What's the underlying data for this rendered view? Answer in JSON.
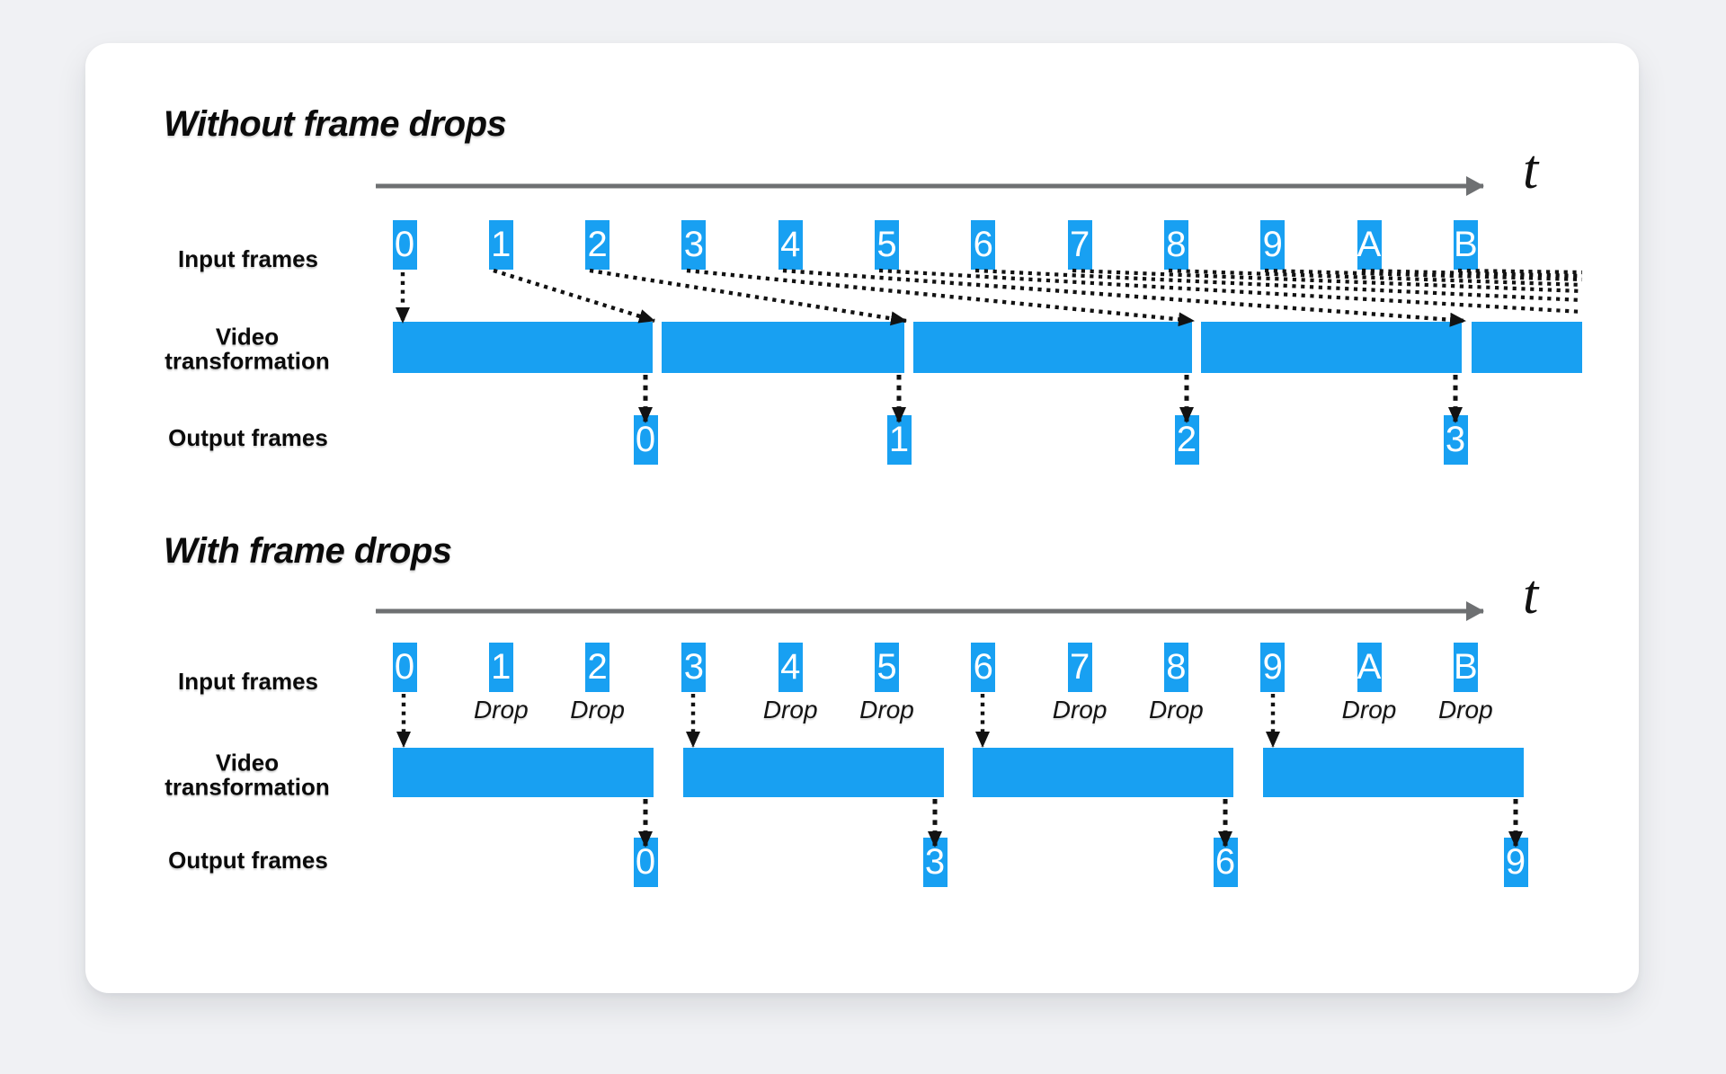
{
  "colors": {
    "accent_blue": "#18A0F2",
    "axis_gray": "#6E7072",
    "arrow_black": "#121212",
    "background": "#F0F1F4",
    "card": "#FFFFFF"
  },
  "diagrams": [
    {
      "title": "Without frame drops",
      "axis_label": "t",
      "labels": {
        "input": "Input frames",
        "transform": [
          "Video",
          "transformation"
        ],
        "output": "Output frames"
      },
      "input_frames": [
        "0",
        "1",
        "2",
        "3",
        "4",
        "5",
        "6",
        "7",
        "8",
        "9",
        "A",
        "B"
      ],
      "drop_label": "Drop",
      "dropped_frames": [],
      "output_frames": [
        "0",
        "1",
        "2",
        "3"
      ],
      "num_transform_blocks": 5
    },
    {
      "title": "With frame drops",
      "axis_label": "t",
      "labels": {
        "input": "Input frames",
        "transform": [
          "Video",
          "transformation"
        ],
        "output": "Output frames"
      },
      "input_frames": [
        "0",
        "1",
        "2",
        "3",
        "4",
        "5",
        "6",
        "7",
        "8",
        "9",
        "A",
        "B"
      ],
      "drop_label": "Drop",
      "dropped_frames": [
        "1",
        "2",
        "4",
        "5",
        "7",
        "8",
        "A",
        "B"
      ],
      "output_frames": [
        "0",
        "3",
        "6",
        "9"
      ],
      "num_transform_blocks": 4
    }
  ]
}
